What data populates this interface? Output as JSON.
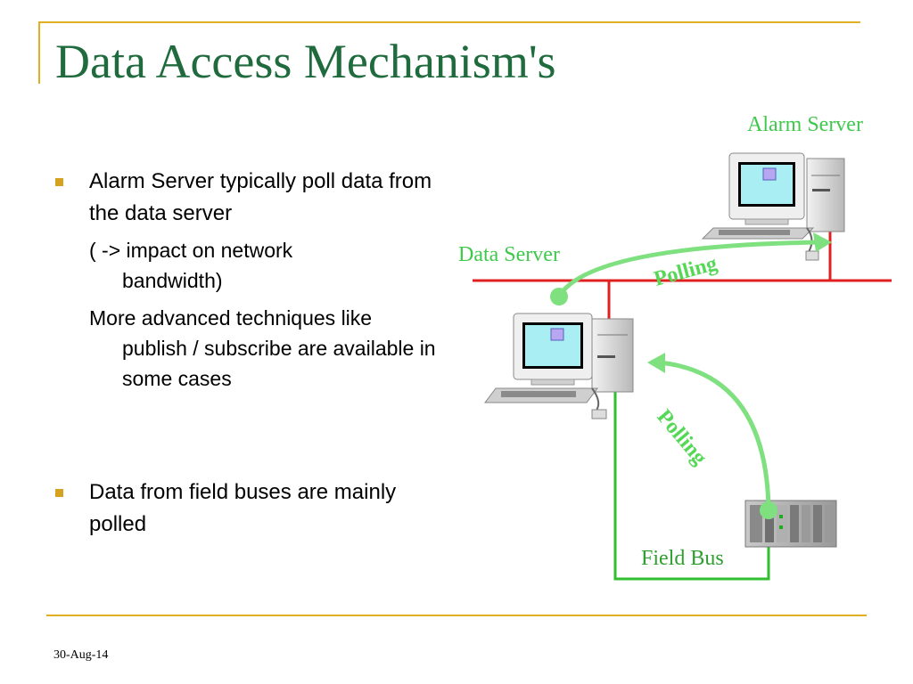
{
  "slide": {
    "title": "Data Access Mechanism's",
    "bullets": [
      {
        "text": "Alarm Server typically poll data from the data server"
      },
      {
        "text": "Data from field buses are mainly polled"
      }
    ],
    "sub_items": [
      {
        "first": "( -> impact on network",
        "rest": "bandwidth)"
      },
      {
        "first": "More advanced techniques like",
        "rest": "publish / subscribe are available in some cases"
      }
    ],
    "footer_date": "30-Aug-14"
  },
  "diagram": {
    "alarm_server_label": "Alarm Server",
    "data_server_label": "Data Server",
    "field_bus_label": "Field Bus",
    "polling_label_top": "Polling",
    "polling_label_side": "Polling"
  },
  "colors": {
    "title": "#1f6b3d",
    "accent_line": "#e0b020",
    "network_red": "#e02020",
    "fieldbus_green": "#2fbf2f",
    "polling_arrow": "#7fe07f",
    "label_green": "#3fc94c"
  }
}
